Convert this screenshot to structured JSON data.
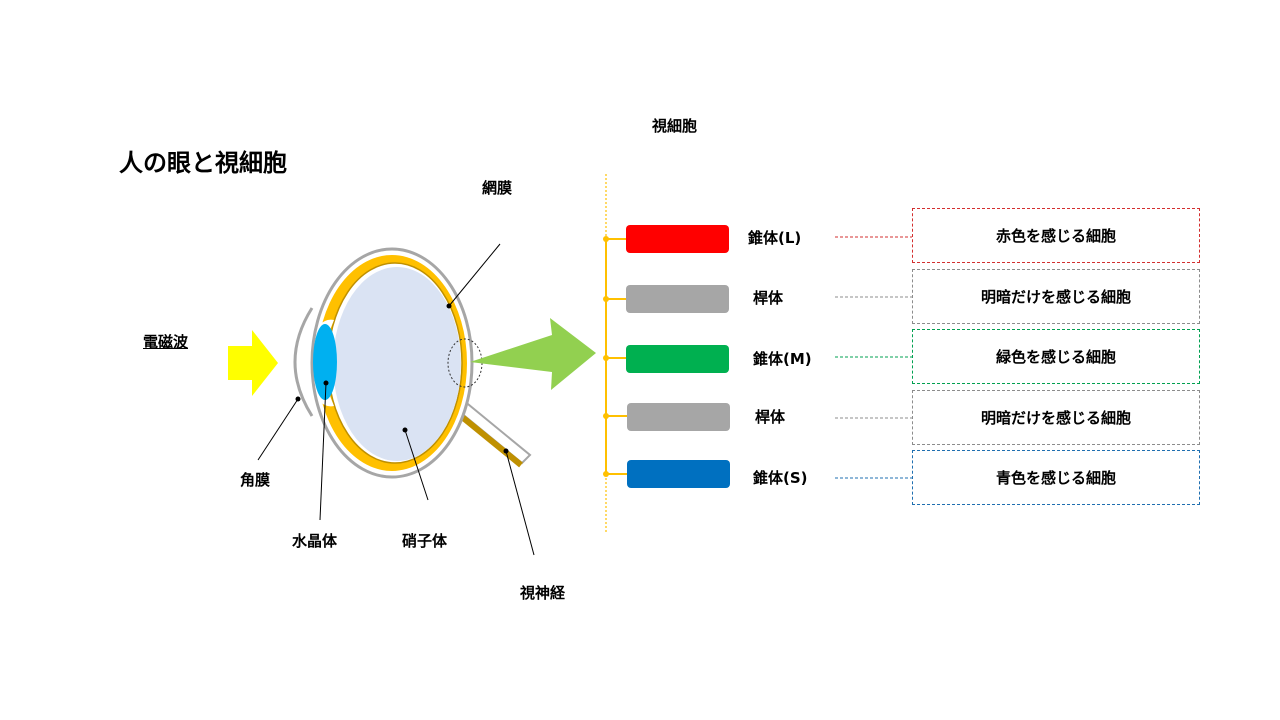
{
  "title": "人の眼と視細胞",
  "labels": {
    "retina": "網膜",
    "em_wave": "電磁波",
    "cornea": "角膜",
    "lens": "水晶体",
    "vitreous": "硝子体",
    "optic_nerve": "視神経",
    "photoreceptors": "視細胞"
  },
  "cells": [
    {
      "label": "錐体(L)",
      "color": "#ff0000",
      "desc": "赤色を感じる細胞",
      "border": "#d32f2f"
    },
    {
      "label": "桿体",
      "color": "#a6a6a6",
      "desc": "明暗だけを感じる細胞",
      "border": "#8c8c8c"
    },
    {
      "label": "錐体(M)",
      "color": "#00b050",
      "desc": "緑色を感じる細胞",
      "border": "#00a050"
    },
    {
      "label": "桿体",
      "color": "#a6a6a6",
      "desc": "明暗だけを感じる細胞",
      "border": "#8c8c8c"
    },
    {
      "label": "錐体(S)",
      "color": "#0070c0",
      "desc": "青色を感じる細胞",
      "border": "#1f6fb0"
    }
  ],
  "colors": {
    "retina_layer": "#ffc000",
    "sclera_outline": "#a6a6a6",
    "vitreous_fill": "#dae3f3",
    "lens_fill": "#00b0f0",
    "input_arrow": "#ffff00",
    "output_arrow": "#92d050",
    "optic_nerve": "#bf9000"
  }
}
